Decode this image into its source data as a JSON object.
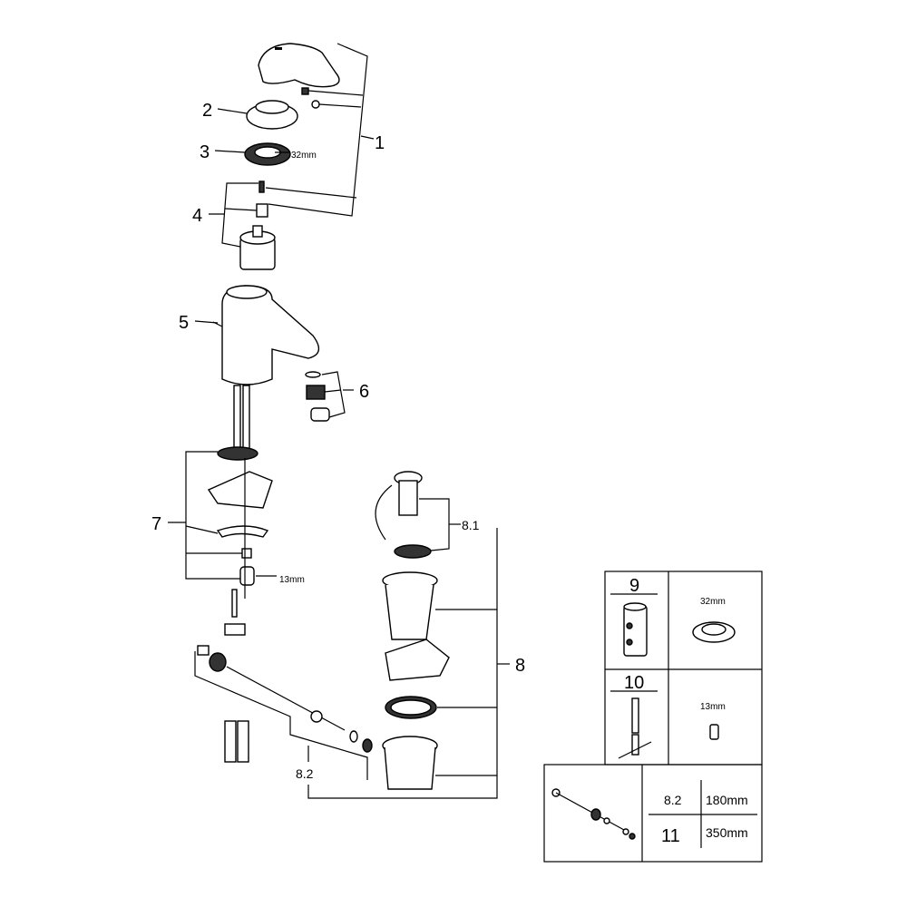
{
  "diagram": {
    "callouts": {
      "c1": "1",
      "c2": "2",
      "c3": "3",
      "c4": "4",
      "c5": "5",
      "c6": "6",
      "c7": "7",
      "c8": "8",
      "c81": "8.1",
      "c82": "8.2"
    },
    "dimensions": {
      "nut_32": "32mm",
      "nut_13": "13mm"
    },
    "tools_table": {
      "row9": {
        "number": "9",
        "size": "32mm"
      },
      "row10": {
        "number": "10",
        "size": "13mm"
      },
      "rod_table": {
        "rows": [
          {
            "part": "8.2",
            "length": "180mm"
          },
          {
            "part": "11",
            "length": "350mm"
          }
        ]
      }
    }
  }
}
